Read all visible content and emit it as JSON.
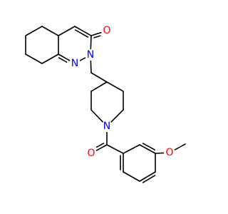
{
  "colors": {
    "bond": "#000000",
    "oxygen": "#ff0000",
    "nitrogen": "#0000ff",
    "background": "#ffffff"
  },
  "molecule": {
    "atoms": [
      {
        "id": "o_ketone",
        "label": "O",
        "color": "#ff0000"
      },
      {
        "id": "n2",
        "label": "N",
        "color": "#0000ff"
      },
      {
        "id": "n1",
        "label": "N",
        "color": "#0000ff"
      },
      {
        "id": "n_pip",
        "label": "N",
        "color": "#0000ff"
      },
      {
        "id": "o_amide",
        "label": "O",
        "color": "#ff0000"
      },
      {
        "id": "o_methoxy",
        "label": "O",
        "color": "#ff0000"
      }
    ]
  }
}
